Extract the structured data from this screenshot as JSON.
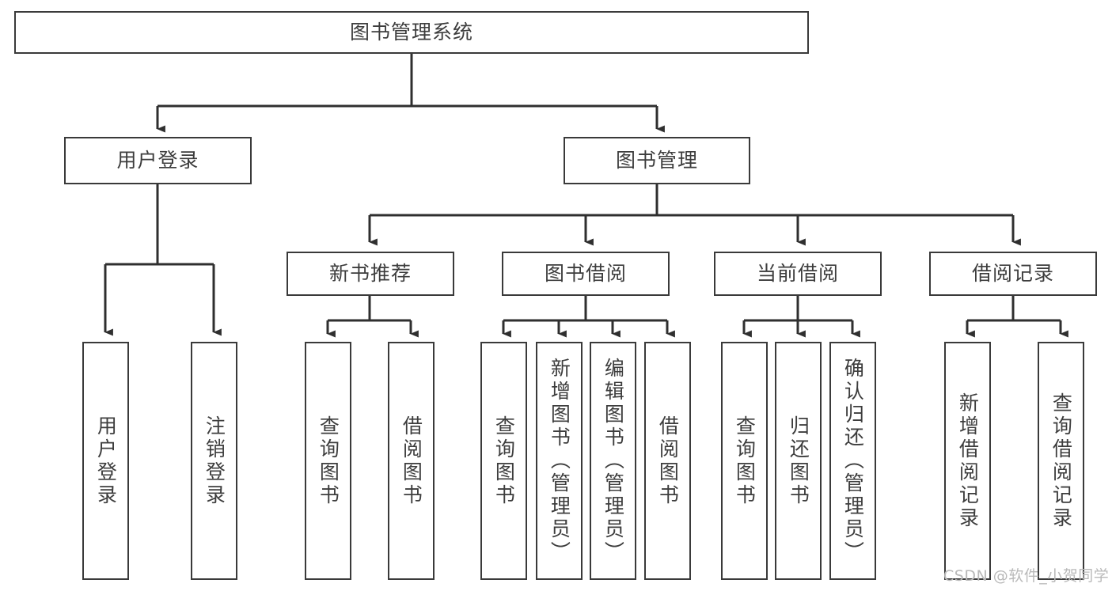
{
  "diagram": {
    "title": "图书管理系统",
    "type": "tree",
    "orientation": "top-down",
    "style": {
      "box_border_color": "#3a3a3a",
      "box_fill_color": "#ffffff",
      "line_color": "#2f2f2f",
      "text_color": "#3d3d3d",
      "background_color": "#ffffff"
    },
    "root": {
      "id": "root",
      "label": "图书管理系统",
      "text_orientation": "horizontal"
    },
    "level2": [
      {
        "id": "user-login",
        "label": "用户登录",
        "text_orientation": "horizontal"
      },
      {
        "id": "book-manage",
        "label": "图书管理",
        "text_orientation": "horizontal"
      }
    ],
    "level3": [
      {
        "id": "new-book-recommend",
        "label": "新书推荐",
        "parent": "book-manage",
        "text_orientation": "horizontal"
      },
      {
        "id": "book-borrow",
        "label": "图书借阅",
        "parent": "book-manage",
        "text_orientation": "horizontal"
      },
      {
        "id": "current-borrow",
        "label": "当前借阅",
        "parent": "book-manage",
        "text_orientation": "horizontal"
      },
      {
        "id": "borrow-record",
        "label": "借阅记录",
        "parent": "book-manage",
        "text_orientation": "horizontal"
      }
    ],
    "leaves": [
      {
        "id": "leaf-user-login",
        "label": "用户登录",
        "parent": "user-login",
        "text_orientation": "vertical"
      },
      {
        "id": "leaf-user-logout",
        "label": "注销登录",
        "parent": "user-login",
        "text_orientation": "vertical"
      },
      {
        "id": "leaf-query-book-1",
        "label": "查询图书",
        "parent": "new-book-recommend",
        "text_orientation": "vertical"
      },
      {
        "id": "leaf-borrow-book-1",
        "label": "借阅图书",
        "parent": "new-book-recommend",
        "text_orientation": "vertical"
      },
      {
        "id": "leaf-query-book-2",
        "label": "查询图书",
        "parent": "book-borrow",
        "text_orientation": "vertical"
      },
      {
        "id": "leaf-add-book",
        "label": "新增图书（管理员）",
        "parent": "book-borrow",
        "text_orientation": "vertical"
      },
      {
        "id": "leaf-edit-book",
        "label": "编辑图书（管理员）",
        "parent": "book-borrow",
        "text_orientation": "vertical"
      },
      {
        "id": "leaf-borrow-book-2",
        "label": "借阅图书",
        "parent": "book-borrow",
        "text_orientation": "vertical"
      },
      {
        "id": "leaf-query-book-3",
        "label": "查询图书",
        "parent": "current-borrow",
        "text_orientation": "vertical"
      },
      {
        "id": "leaf-return-book",
        "label": "归还图书",
        "parent": "current-borrow",
        "text_orientation": "vertical"
      },
      {
        "id": "leaf-confirm-return",
        "label": "确认归还（管理员）",
        "parent": "current-borrow",
        "text_orientation": "vertical"
      },
      {
        "id": "leaf-add-record",
        "label": "新增借阅记录",
        "parent": "borrow-record",
        "text_orientation": "vertical"
      },
      {
        "id": "leaf-query-record",
        "label": "查询借阅记录",
        "parent": "borrow-record",
        "text_orientation": "vertical"
      }
    ]
  },
  "watermark": {
    "text": "CSDN @软件_小贺同学"
  }
}
